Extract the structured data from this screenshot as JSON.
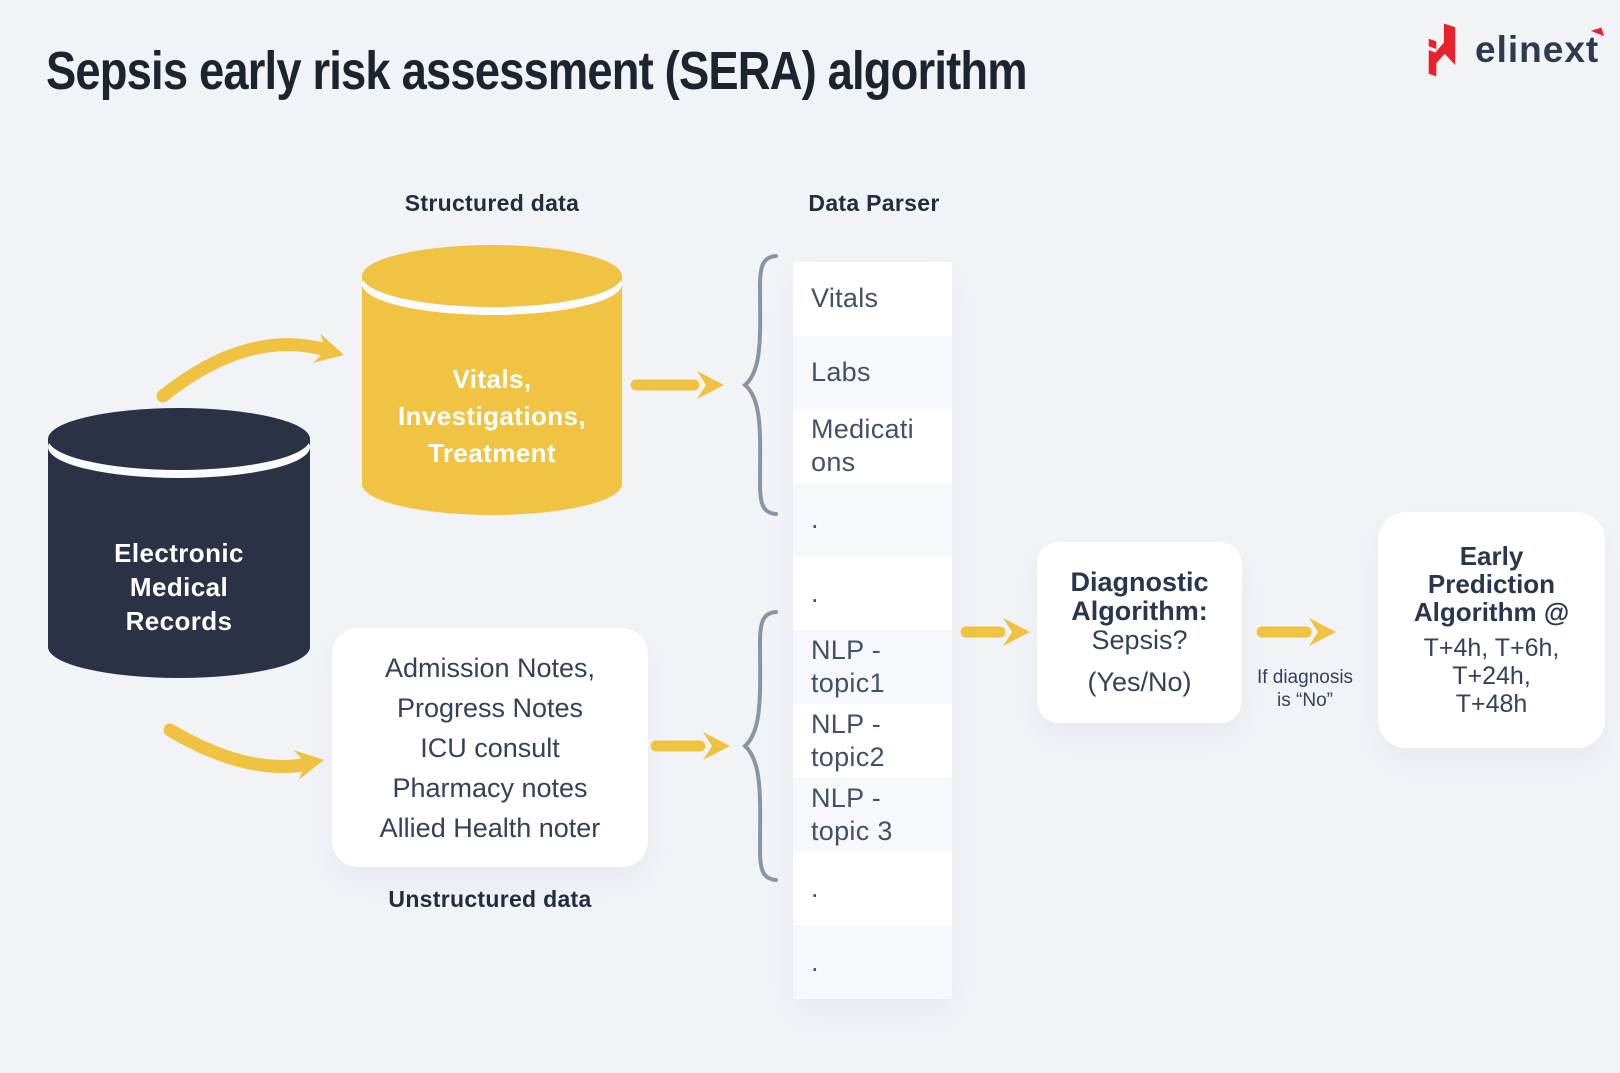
{
  "header": {
    "title": "Sepsis early risk assessment (SERA) algorithm"
  },
  "logo": {
    "wordmark": "elinext"
  },
  "labels": {
    "structured": "Structured data",
    "parser": "Data Parser",
    "unstructured": "Unstructured data"
  },
  "emr_cylinder": {
    "lines": [
      "Electronic",
      "Medical",
      "Records"
    ]
  },
  "structured_cylinder": {
    "lines": [
      "Vitals,",
      "Investigations,",
      "Treatment"
    ]
  },
  "unstructured_box": {
    "lines": [
      "Admission Notes,",
      "Progress Notes",
      "ICU consult",
      "Pharmacy notes",
      "Allied Health noter"
    ]
  },
  "parser_items": [
    "Vitals",
    "Labs",
    "Medications",
    ".",
    ".",
    "NLP - topic1",
    "NLP - topic2",
    "NLP - topic 3",
    ".",
    "."
  ],
  "diagnostic_box": {
    "title_lines": [
      "Diagnostic",
      "Algorithm:"
    ],
    "question": "Sepsis?",
    "options": "(Yes/No)"
  },
  "prediction_box": {
    "title_lines": [
      "Early",
      "Prediction",
      "Algorithm @"
    ],
    "time_lines": [
      "T+4h, T+6h,",
      "T+24h,",
      "T+48h"
    ]
  },
  "condition": {
    "lines": [
      "If diagnosis",
      "is “No”"
    ]
  },
  "colors": {
    "background": "#F2F3F7",
    "accent_yellow": "#F0C343",
    "dark_navy": "#2B3245",
    "heading_text": "#232D3F",
    "body_text": "#35415A",
    "brace_gray": "#8B94A5",
    "brand_red": "#E8212D",
    "card_white": "#FFFFFF",
    "row_light": "#F7F8FB"
  }
}
